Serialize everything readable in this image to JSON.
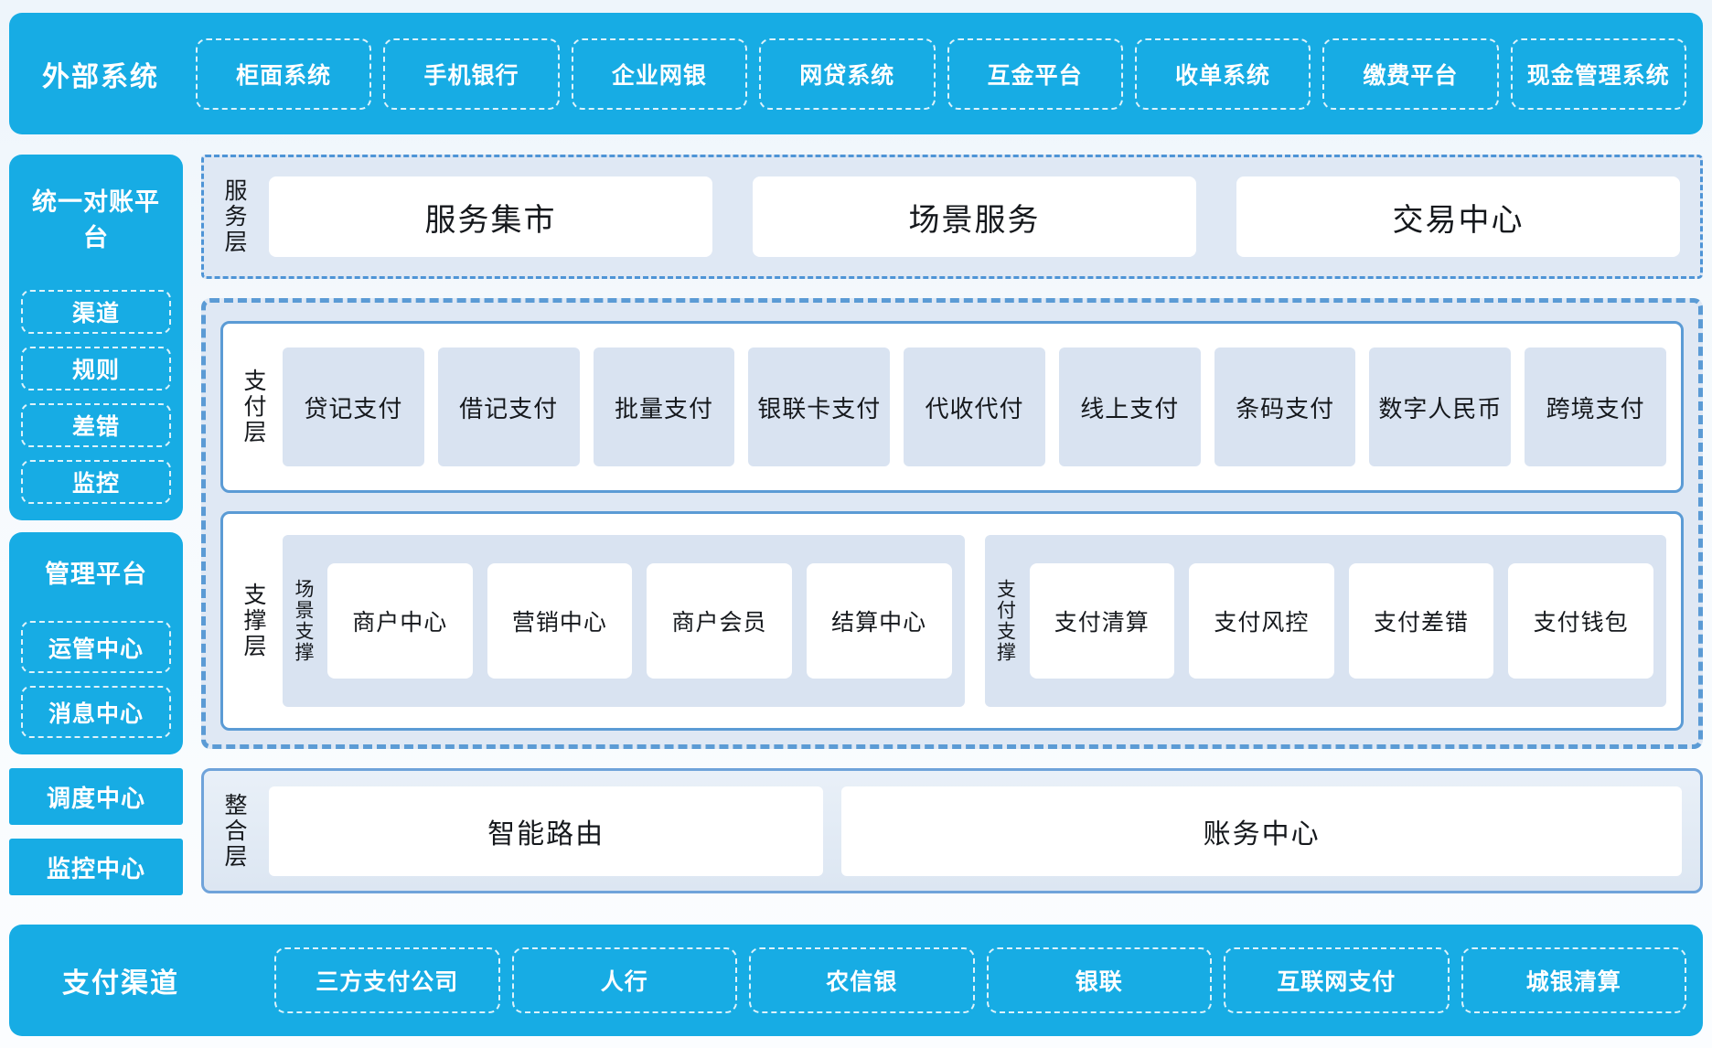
{
  "colors": {
    "brand_blue": "#17ace4",
    "panel_bg": "#dfe8f4",
    "item_bg": "#d9e3f1",
    "border_blue": "#5b9bd5",
    "text_dark": "#15181c"
  },
  "top_bar": {
    "title": "外部系统",
    "items": [
      "柜面系统",
      "手机银行",
      "企业网银",
      "网贷系统",
      "互金平台",
      "收单系统",
      "缴费平台",
      "现金管理系统"
    ]
  },
  "sidebar": {
    "reconciliation": {
      "title": "统一对账平台",
      "items": [
        "渠道",
        "规则",
        "差错",
        "监控"
      ]
    },
    "management": {
      "title": "管理平台",
      "items": [
        "运管中心",
        "消息中心"
      ]
    },
    "solo_blocks": [
      "调度中心",
      "监控中心"
    ]
  },
  "layers": {
    "service": {
      "label": "服务层",
      "items": [
        "服务集市",
        "场景服务",
        "交易中心"
      ]
    },
    "payment": {
      "label": "支付层",
      "items": [
        "贷记支付",
        "借记支付",
        "批量支付",
        "银联卡支付",
        "代收代付",
        "线上支付",
        "条码支付",
        "数字人民币",
        "跨境支付"
      ]
    },
    "support": {
      "label": "支撑层",
      "groups": [
        {
          "label": "场景支撑",
          "items": [
            "商户中心",
            "营销中心",
            "商户会员",
            "结算中心"
          ]
        },
        {
          "label": "支付支撑",
          "items": [
            "支付清算",
            "支付风控",
            "支付差错",
            "支付钱包"
          ]
        }
      ]
    },
    "integration": {
      "label": "整合层",
      "items": [
        "智能路由",
        "账务中心"
      ]
    }
  },
  "bottom_bar": {
    "title": "支付渠道",
    "items": [
      "三方支付公司",
      "人行",
      "农信银",
      "银联",
      "互联网支付",
      "城银清算"
    ]
  }
}
